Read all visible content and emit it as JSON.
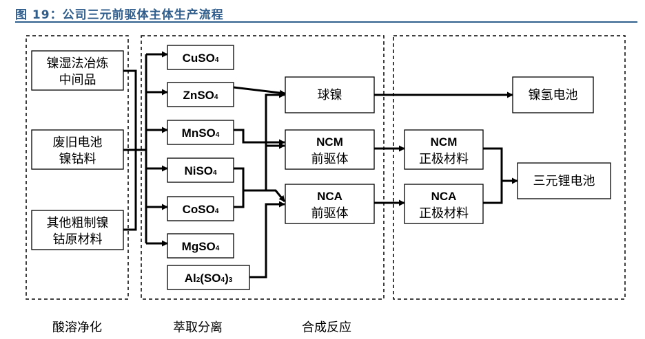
{
  "header": {
    "title": "图 19：公司三元前驱体主体生产流程"
  },
  "sources": [
    {
      "lines": [
        "镍湿法冶炼",
        "中间品"
      ]
    },
    {
      "lines": [
        "废旧电池",
        "镍钴料"
      ]
    },
    {
      "lines": [
        "其他粗制镍",
        "钴原材料"
      ]
    }
  ],
  "sulfates": [
    {
      "base": "CuSO",
      "sub": "4",
      "tail": ""
    },
    {
      "base": "ZnSO",
      "sub": "4",
      "tail": ""
    },
    {
      "base": "MnSO",
      "sub": "4",
      "tail": ""
    },
    {
      "base": "NiSO",
      "sub": "4",
      "tail": ""
    },
    {
      "base": "CoSO",
      "sub": "4",
      "tail": ""
    },
    {
      "base": "MgSO",
      "sub": "4",
      "tail": ""
    }
  ],
  "aluminium": {
    "p1": "Al",
    "s1": "2",
    "p2": "(SO",
    "s2": "4",
    "p3": ")",
    "s3": "3"
  },
  "precursors": [
    {
      "lines": [
        "球镍"
      ]
    },
    {
      "lines": [
        "NCM",
        "前驱体"
      ]
    },
    {
      "lines": [
        "NCA",
        "前驱体"
      ]
    }
  ],
  "cathodes": [
    {
      "lines": [
        "NCM",
        "正极材料"
      ]
    },
    {
      "lines": [
        "NCA",
        "正极材料"
      ]
    }
  ],
  "batteries": [
    {
      "lines": [
        "镍氢电池"
      ]
    },
    {
      "lines": [
        "三元锂电池"
      ]
    }
  ],
  "stages": [
    "酸溶净化",
    "萃取分离",
    "合成反应"
  ]
}
